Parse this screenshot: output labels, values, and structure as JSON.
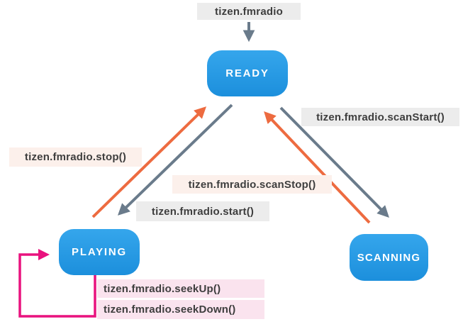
{
  "diagram": {
    "title_label": "tizen.fmradio",
    "states": [
      {
        "id": "ready",
        "label": "READY"
      },
      {
        "id": "playing",
        "label": "PLAYING"
      },
      {
        "id": "scanning",
        "label": "SCANNING"
      }
    ],
    "transitions": [
      {
        "label": "tizen.fmradio.stop()",
        "from": "PLAYING",
        "to": "READY",
        "arrow_color": "#ED6B40",
        "label_bg": "#FCF0EB"
      },
      {
        "label": "tizen.fmradio.start()",
        "from": "READY",
        "to": "PLAYING",
        "arrow_color": "#6A7B8B",
        "label_bg": "#ECECEC"
      },
      {
        "label": "tizen.fmradio.scanStart()",
        "from": "READY",
        "to": "SCANNING",
        "arrow_color": "#6A7B8B",
        "label_bg": "#ECECEC"
      },
      {
        "label": "tizen.fmradio.scanStop()",
        "from": "SCANNING",
        "to": "READY",
        "arrow_color": "#ED6B40",
        "label_bg": "#FCF0EB"
      },
      {
        "label": "tizen.fmradio.seekUp()",
        "from": "PLAYING",
        "to": "PLAYING",
        "arrow_color": "#E9127E",
        "label_bg": "#FAE3EE"
      },
      {
        "label": "tizen.fmradio.seekDown()",
        "from": "PLAYING",
        "to": "PLAYING",
        "arrow_color": "#E9127E",
        "label_bg": "#FAE3EE"
      }
    ],
    "colors": {
      "state_blue": "#2598E4",
      "arrow_gray": "#6A7B8B",
      "arrow_orange": "#ED6B40",
      "arrow_pink": "#E9127E",
      "label_gray_bg": "#ECECEC",
      "label_peach_bg": "#FCF0EB",
      "label_pink_bg": "#FAE3EE",
      "label_text": "#3E3E3E"
    }
  }
}
